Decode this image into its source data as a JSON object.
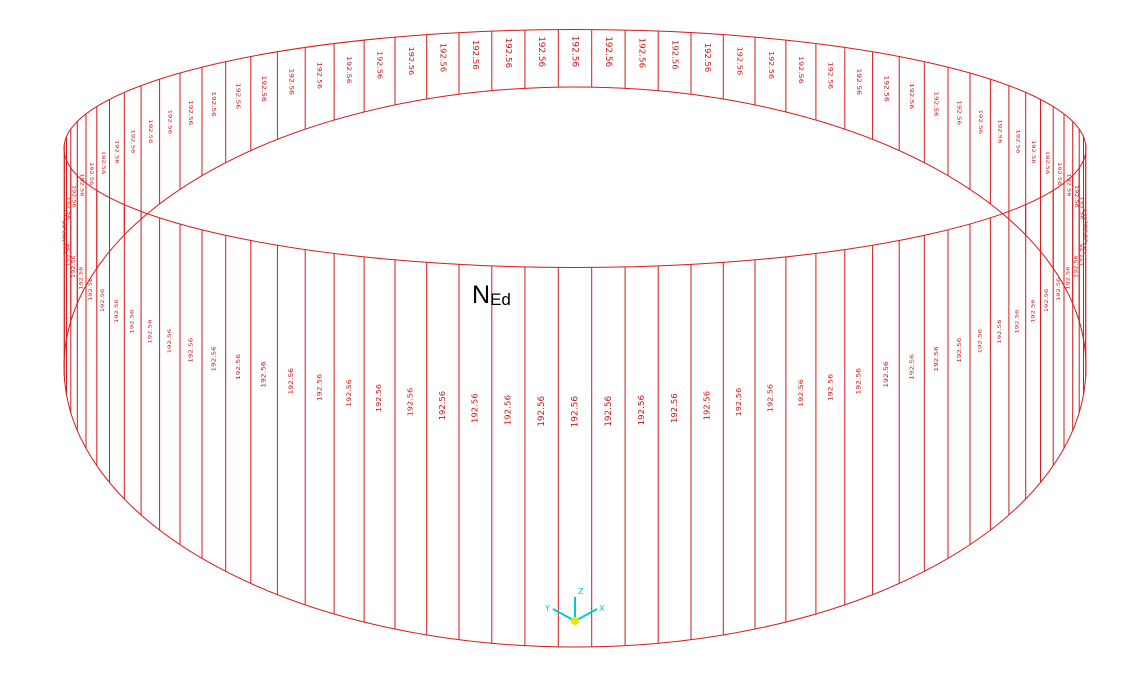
{
  "title": {
    "main": "N",
    "subscript": "Ed"
  },
  "element_labels": [
    "192.56",
    "192.56",
    "192.56",
    "192.56",
    "192.56",
    "192.56",
    "192.56",
    "192.56",
    "192.56",
    "192.56",
    "192.56",
    "192.56",
    "192.56",
    "192.56",
    "192.56",
    "192.56",
    "192.56",
    "192.56",
    "192.56",
    "192.56",
    "192.56",
    "192.56",
    "192.56",
    "192.56",
    "192.56",
    "192.56",
    "192.56",
    "192.56",
    "192.56",
    "192.56",
    "192.56",
    "192.56",
    "192.56",
    "192.56",
    "192.56",
    "192.56",
    "192.56",
    "192.56",
    "192.56",
    "192.56",
    "192.56",
    "192.56",
    "192.56",
    "192.56",
    "192.56",
    "192.56",
    "192.56",
    "192.56",
    "192.56",
    "192.56",
    "192.56",
    "192.56",
    "192.56",
    "192.56",
    "192.56",
    "192.56",
    "192.56",
    "192.56",
    "192.56",
    "192.56",
    "192.56",
    "192.56",
    "192.56",
    "192.56",
    "192.56",
    "192.56",
    "192.56",
    "192.56",
    "192.56",
    "192.56",
    "192.56",
    "192.56",
    "192.56",
    "192.56",
    "192.56",
    "192.56",
    "192.56",
    "192.56",
    "192.56",
    "192.56",
    "192.56",
    "192.56",
    "192.56",
    "192.56",
    "192.56",
    "192.56",
    "192.56",
    "192.56",
    "192.56",
    "192.56",
    "192.56",
    "192.56",
    "192.56",
    "192.56",
    "192.56",
    "192.56"
  ],
  "axes": {
    "x": "X",
    "y": "Y",
    "z": "Z"
  },
  "colors": {
    "mesh": "#d61a1a",
    "label": "#c81414",
    "axis": "#00cccc",
    "origin": "#e8e800",
    "background": "#ffffff"
  }
}
